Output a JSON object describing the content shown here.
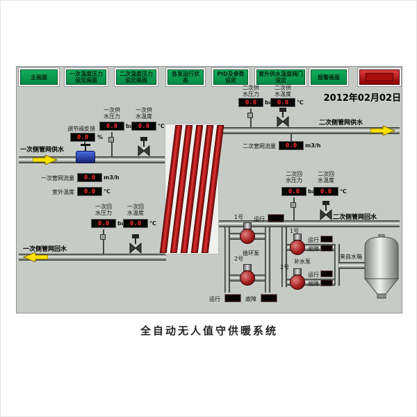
{
  "page": {
    "caption": "全自动无人值守供暖系统",
    "date": "2012年02月02日"
  },
  "toolbar": {
    "buttons": [
      "主画面",
      "一次温度压力设定画面",
      "二次温度压力设定画面",
      "各泵运行状态",
      "PID及参数设定",
      "室外供水温度阀门设定",
      "报警画面"
    ]
  },
  "pipes": {
    "primary_supply": "一次侧管网供水",
    "primary_return": "一次侧管网回水",
    "secondary_supply": "二次侧管网供水",
    "secondary_return": "二次侧管网回水"
  },
  "gauges": {
    "valve_feedback": {
      "label": "调节阀反馈",
      "value": "0.0",
      "unit": "%"
    },
    "primary_supply_pressure": {
      "label": "一次供水压力",
      "value": "0.0",
      "unit": "bar"
    },
    "primary_supply_temp": {
      "label": "一次供水温度",
      "value": "0.0",
      "unit": "℃"
    },
    "primary_flow": {
      "label": "一次管网流量",
      "value": "0.0",
      "unit": "m3/h"
    },
    "outdoor_temp": {
      "label": "室外温度",
      "value": "0.0",
      "unit": "℃"
    },
    "primary_return_pressure": {
      "label": "一次回水压力",
      "value": "0.0",
      "unit": "bar"
    },
    "primary_return_temp": {
      "label": "一次回水温度",
      "value": "0.0",
      "unit": "℃"
    },
    "secondary_supply_pressure": {
      "label": "二次供水压力",
      "value": "0.0",
      "unit": "bar"
    },
    "secondary_supply_temp": {
      "label": "二次供水温度",
      "value": "0.0",
      "unit": "℃"
    },
    "secondary_flow": {
      "label": "二次管网流量",
      "value": "0.0",
      "unit": "m3/h"
    },
    "secondary_return_pressure": {
      "label": "二次回水压力",
      "value": "0.0",
      "unit": "bar"
    },
    "secondary_return_temp": {
      "label": "二次回水温度",
      "value": "0.0",
      "unit": "℃"
    }
  },
  "pumps": {
    "circulation": {
      "group": "循环泵",
      "p1": "1号",
      "p2": "2号",
      "run": "运行",
      "fault": "故障"
    },
    "makeup": {
      "group": "补水泵",
      "p1": "1号",
      "p2": "2号",
      "run": "运行",
      "fault": "故障"
    },
    "from_tank": "来自水箱"
  },
  "colors": {
    "button_green": "#0a9a50",
    "alarm_red": "#a80d0d",
    "display_value_red": "#ff2a2a",
    "exchanger_plate_red": "#cc2020",
    "flow_arrow_yellow": "#ffe100"
  }
}
